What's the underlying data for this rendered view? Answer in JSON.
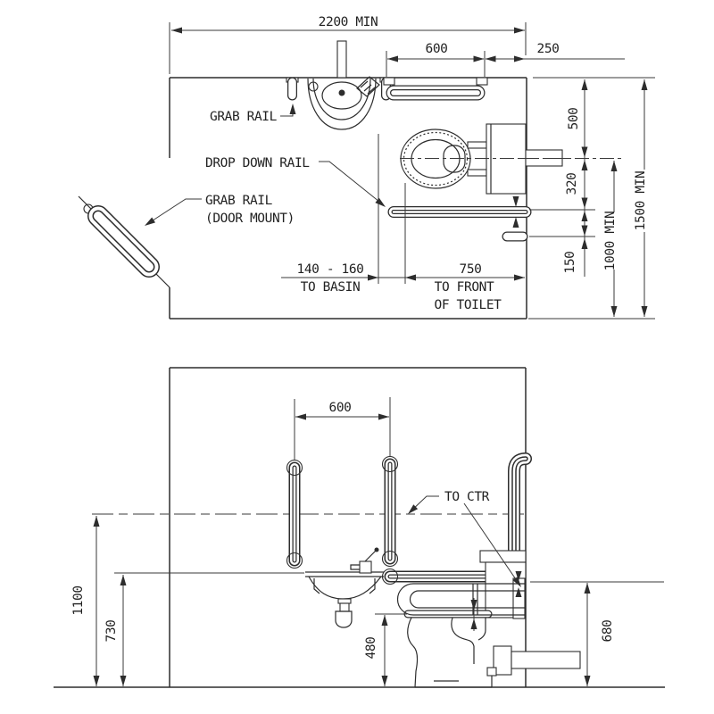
{
  "plan": {
    "dims": {
      "overall_width": "2200 MIN",
      "rail_length": "600",
      "rail_to_wall": "250",
      "wall_to_toilet_ctr": "500",
      "ctr_to_drop_rail": "320",
      "rail_to_holder": "150",
      "ctr_to_front_wall": "1000 MIN",
      "room_depth": "1500 MIN",
      "door_to_basin": "140 - 160",
      "door_to_basin_note": "TO BASIN",
      "to_front_of_toilet": "750",
      "to_front_note1": "TO FRONT",
      "to_front_note2": "OF TOILET"
    },
    "labels": {
      "grab_rail": "GRAB RAIL",
      "drop_down_rail": "DROP DOWN RAIL",
      "door_grab_rail_line1": "GRAB RAIL",
      "door_grab_rail_line2": "(DOOR MOUNT)"
    }
  },
  "elevation": {
    "dims": {
      "rail_spacing": "600",
      "rail_ctr_height": "1100",
      "basin_height": "730",
      "seat_height": "480",
      "drop_rail_height": "680"
    },
    "labels": {
      "to_ctr": "TO CTR"
    }
  },
  "colors": {
    "line": "#2d2d2d",
    "background": "#ffffff"
  }
}
